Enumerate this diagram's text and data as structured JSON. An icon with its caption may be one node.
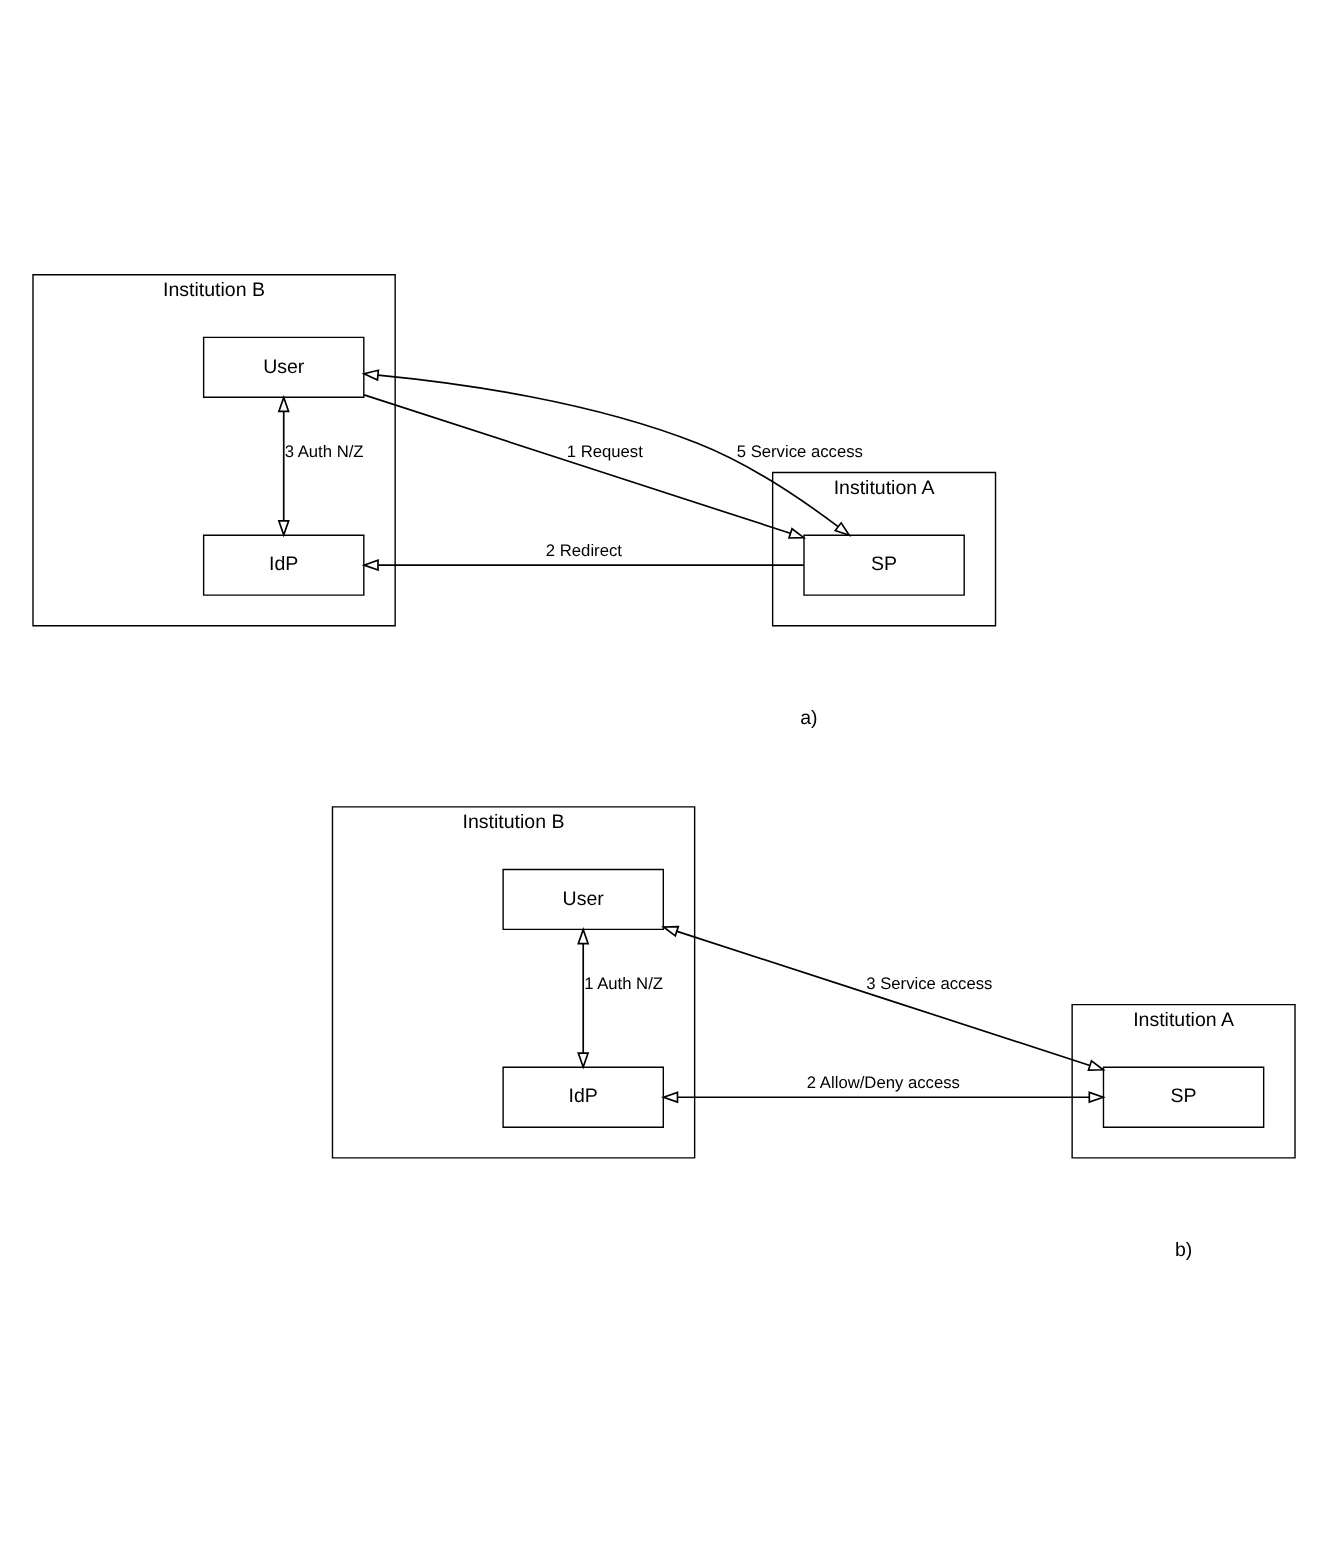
{
  "diagram": {
    "nodes": [
      {
        "text": [
          "Institution A"
        ]
      },
      {
        "text": [
          "SP"
        ],
        "in": 0
      },
      {
        "text": [
          "Institution B"
        ]
      },
      {
        "text": [
          "User"
        ],
        "in": 2
      },
      {
        "text": [
          "IdP"
        ],
        "in": 2
      },
      {
        "text": [
          "Institution A"
        ]
      },
      {
        "text": [
          "SP"
        ],
        "in": 5
      },
      {
        "text": [
          "Institution B"
        ]
      },
      {
        "text": [
          "User"
        ],
        "in": 7
      },
      {
        "text": [
          "IdP"
        ],
        "in": 7
      }
    ],
    "edges": [
      {
        "from": 3,
        "to": 1,
        "arrow": "to",
        "label": "1 Request"
      },
      {
        "from": 1,
        "to": 4,
        "arrow": "to",
        "label": "2 Redirect"
      },
      {
        "from": 3,
        "to": 4,
        "arrow": "both",
        "label": "3 Auth N/Z"
      },
      {
        "from": 1,
        "to": 3,
        "arrow": "both",
        "label": "5 Service access"
      },
      {
        "from": 8,
        "to": 9,
        "arrow": "both",
        "label": "1 Auth N/Z"
      },
      {
        "from": 6,
        "to": 9,
        "arrow": "both",
        "label": "2 Allow/Deny access"
      },
      {
        "from": 6,
        "to": 8,
        "arrow": "both",
        "label": "3 Service access"
      }
    ],
    "labels": [
      "a)",
      "b)"
    ]
  }
}
